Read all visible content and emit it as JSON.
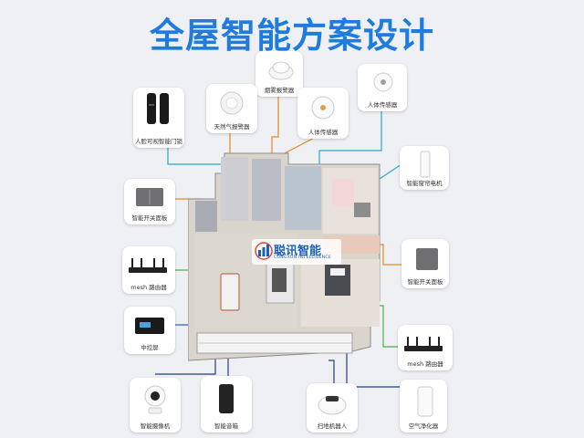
{
  "title": "全屋智能方案设计",
  "brand": {
    "name": "聪讯智能",
    "english": "CONGXUN INTELLIGENCE"
  },
  "devices": [
    {
      "id": "lock",
      "label": "人脸可视智能门锁",
      "icon": "smart-lock-icon"
    },
    {
      "id": "alarm-top",
      "label": "烟雾报警器",
      "icon": "smoke-detector-icon"
    },
    {
      "id": "smoke2",
      "label": "天然气报警器",
      "icon": "gas-detector-icon"
    },
    {
      "id": "ceiling",
      "label": "人体传感器",
      "icon": "presence-sensor-icon"
    },
    {
      "id": "water",
      "label": "人体传感器",
      "icon": "motion-sensor-icon"
    },
    {
      "id": "curtain",
      "label": "智能窗帘电机",
      "icon": "curtain-motor-icon"
    },
    {
      "id": "switch1",
      "label": "智能开关面板",
      "icon": "wall-switch-icon"
    },
    {
      "id": "switch2",
      "label": "智能开关面板",
      "icon": "single-switch-icon"
    },
    {
      "id": "router1",
      "label": "mesh 路由器",
      "icon": "router-icon"
    },
    {
      "id": "panel",
      "label": "中控屏",
      "icon": "control-screen-icon"
    },
    {
      "id": "router2",
      "label": "mesh 路由器",
      "icon": "router-icon"
    },
    {
      "id": "camera",
      "label": "智能摄像机",
      "icon": "camera-icon"
    },
    {
      "id": "speaker",
      "label": "智能音箱",
      "icon": "speaker-icon"
    },
    {
      "id": "robot",
      "label": "扫地机器人",
      "icon": "robot-vacuum-icon"
    },
    {
      "id": "purifier",
      "label": "空气净化器",
      "icon": "air-purifier-icon"
    }
  ],
  "colors": {
    "title": "#1e7be0",
    "line_blue": "#2f5fd0",
    "line_orange": "#e58a1c",
    "line_green": "#4caf50",
    "line_cyan": "#29a9c9",
    "line_navy": "#1f3e8c"
  }
}
